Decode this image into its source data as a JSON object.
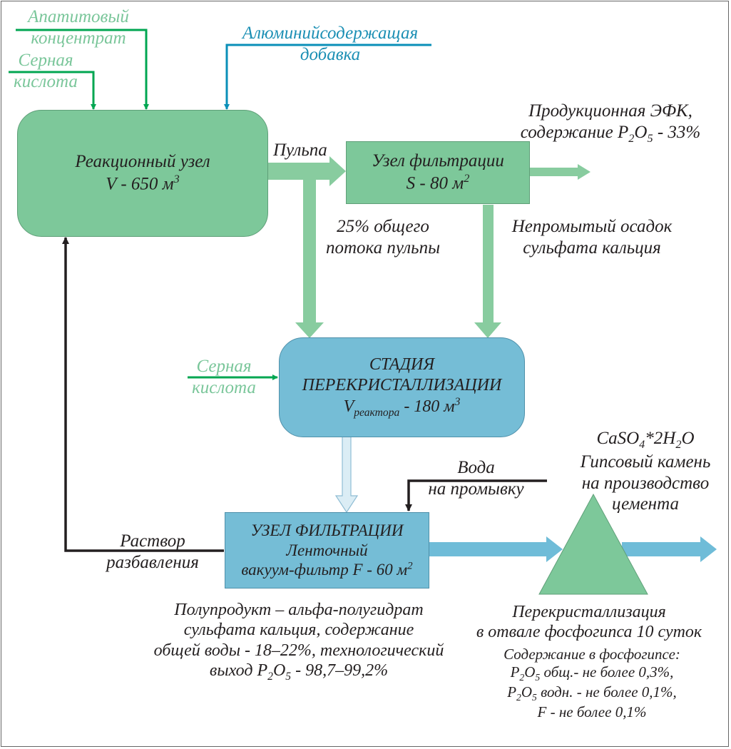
{
  "inputs": {
    "apatite": [
      "Апатитовый",
      "концентрат"
    ],
    "sulfuric_top": [
      "Серная",
      "кислота"
    ],
    "aluminum": [
      "Алюминийсодержащая",
      "добавка"
    ],
    "sulfuric_mid": [
      "Серная",
      "кислота"
    ],
    "water": [
      "Вода",
      "на промывку"
    ]
  },
  "nodes": {
    "reaction": {
      "title": "Реакционный узел",
      "volume": "V - 650 м",
      "volume_sup": "3"
    },
    "filter1": {
      "title": "Узел фильтрации",
      "area": "S - 80 м",
      "area_sup": "2"
    },
    "recryst": {
      "title_line1": "СТАДИЯ",
      "title_line2": "ПЕРЕКРИСТАЛЛИЗАЦИИ",
      "volume_v": "V",
      "volume_sub": "реактора",
      "volume_rest": " - 180 м",
      "volume_sup": "3"
    },
    "filter2": {
      "title": "УЗЕЛ ФИЛЬТРАЦИИ",
      "line2": "Ленточный",
      "line3": "вакуум-фильтр F - 60 м",
      "line3_sup": "2"
    }
  },
  "labels": {
    "pulp": "Пульпа",
    "pulp_split": [
      "25% общего",
      "потока пульпы"
    ],
    "product_efk": {
      "line1": "Продукционная ЭФК,",
      "line2_a": "содержание P",
      "line2_sub1": "2",
      "line2_b": "O",
      "line2_sub2": "5",
      "line2_c": " - 33%"
    },
    "unwashed": [
      "Непромытый осадок",
      "сульфата кальция"
    ],
    "dilution": [
      "Раствор",
      "разбавления"
    ],
    "gypsum": {
      "formula_a": "CaSO",
      "formula_sub1": "4",
      "formula_b": "*2H",
      "formula_sub2": "2",
      "formula_c": "O",
      "line2": "Гипсовый камень",
      "line3": "на производство",
      "line4": "цемента"
    },
    "semiproduct": {
      "line1": "Полупродукт – альфа-полугидрат",
      "line2": "сульфата кальция, содержание",
      "line3": "общей воды - 18–22%, технологический",
      "line4_a": "выход P",
      "line4_sub1": "2",
      "line4_b": "O",
      "line4_sub2": "5",
      "line4_c": " - 98,7–99,2%"
    },
    "dump": [
      "Перекристаллизация",
      "в отвале фосфогипса 10 суток"
    ],
    "content": {
      "title": "Содержание в фосфогипсе:",
      "l1_a": "P",
      "l1_sub1": "2",
      "l1_b": "O",
      "l1_sub2": "5",
      "l1_c": " общ.- не более 0,3%,",
      "l2_a": "P",
      "l2_sub1": "2",
      "l2_b": "O",
      "l2_sub2": "5",
      "l2_c": " водн. - не более 0,1%,",
      "l3": "F - не более 0,1%"
    }
  },
  "colors": {
    "node_green": "#7dc89a",
    "node_blue": "#75bdd6",
    "input_green": "#00a651",
    "input_blue": "#0a8fb8",
    "label_green": "#7ac69a",
    "return_black": "#231f20"
  }
}
